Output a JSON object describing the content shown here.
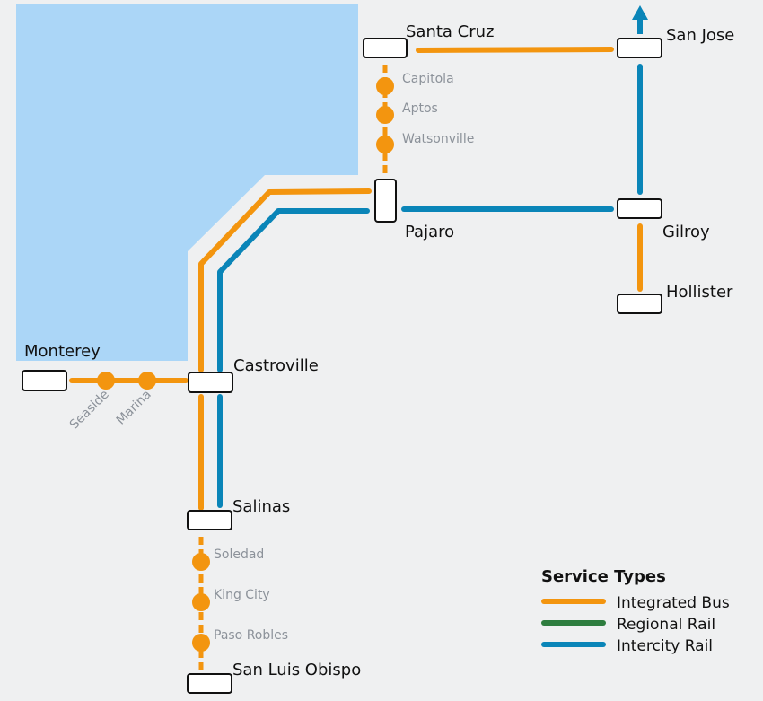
{
  "colors": {
    "background": "#eff0f1",
    "water": "#abd6f7",
    "integrated_bus": "#f3950f",
    "regional_rail": "#2e7d3f",
    "intercity_rail": "#0a85b8"
  },
  "stations": {
    "santa_cruz": "Santa Cruz",
    "san_jose": "San Jose",
    "pajaro": "Pajaro",
    "gilroy": "Gilroy",
    "hollister": "Hollister",
    "monterey": "Monterey",
    "castroville": "Castroville",
    "salinas": "Salinas",
    "san_luis_obispo": "San Luis Obispo"
  },
  "stops": {
    "capitola": "Capitola",
    "aptos": "Aptos",
    "watsonville": "Watsonville",
    "seaside": "Seaside",
    "marina": "Marina",
    "soledad": "Soledad",
    "king_city": "King City",
    "paso_robles": "Paso Robles"
  },
  "legend": {
    "title": "Service Types",
    "items": [
      {
        "label": "Integrated Bus",
        "color": "#f3950f"
      },
      {
        "label": "Regional Rail",
        "color": "#2e7d3f"
      },
      {
        "label": "Intercity Rail",
        "color": "#0a85b8"
      }
    ]
  }
}
